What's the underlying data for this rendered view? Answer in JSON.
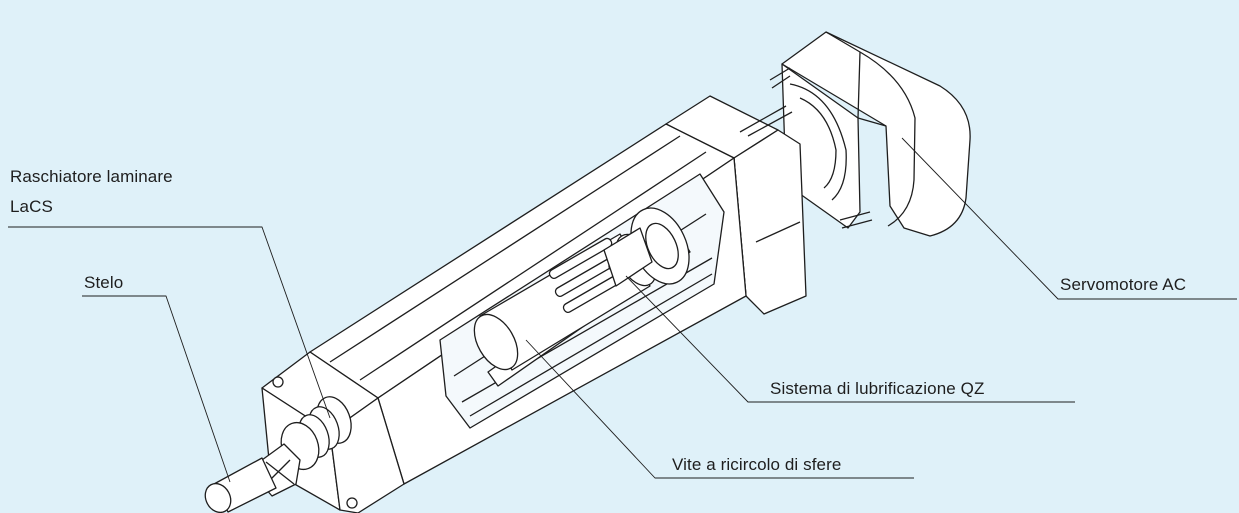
{
  "colors": {
    "background": "#dff1f9",
    "line": "#1e1e1e",
    "fill": "#ffffff"
  },
  "labels": {
    "wiper_line1": "Raschiatore laminare",
    "wiper_line2": "LaCS",
    "rod": "Stelo",
    "servo": "Servomotore AC",
    "lubrication": "Sistema di lubrificazione QZ",
    "ball_screw": "Vite a ricircolo di sfere"
  }
}
